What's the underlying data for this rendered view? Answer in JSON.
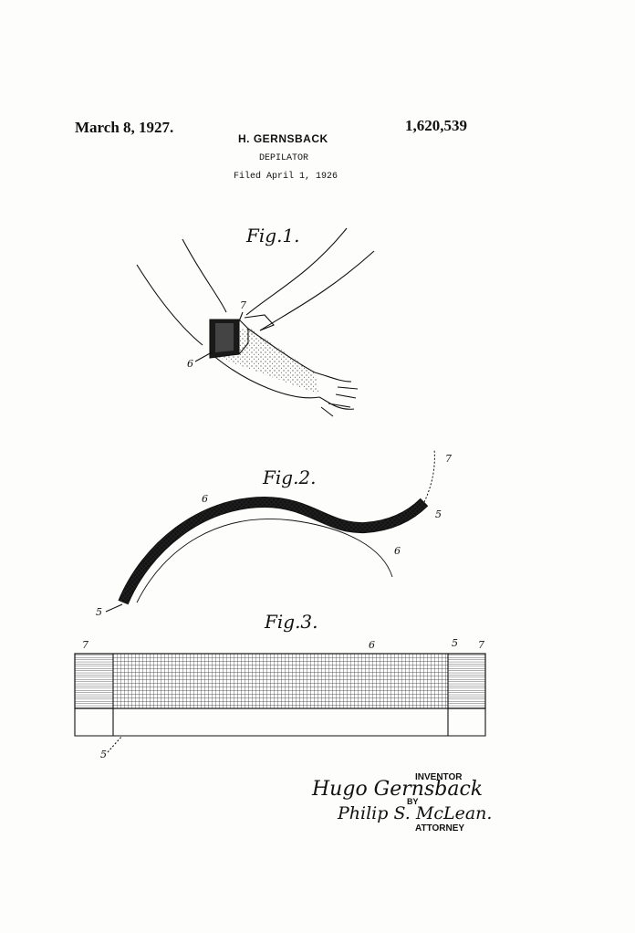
{
  "header": {
    "date": "March 8, 1927.",
    "patent_number": "1,620,539",
    "inventor_name": "H. GERNSBACK",
    "title": "DEPILATOR",
    "filed": "Filed April 1, 1926"
  },
  "figures": {
    "fig1": {
      "caption": "Fig.1.",
      "ref_7": "7",
      "ref_6": "6"
    },
    "fig2": {
      "caption": "Fig.2.",
      "ref_7": "7",
      "ref_6_top": "6",
      "ref_6_bottom": "6",
      "ref_5_right": "5",
      "ref_5_left": "5"
    },
    "fig3": {
      "caption": "Fig.3.",
      "ref_7_left": "7",
      "ref_6": "6",
      "ref_5_top": "5",
      "ref_7_right": "7",
      "ref_5_bottom": "5"
    }
  },
  "signature": {
    "inventor_label": "INVENTOR",
    "inventor_signature": "Hugo Gernsback",
    "by_label": "BY",
    "attorney_signature": "Philip S. McLean.",
    "attorney_label": "ATTORNEY"
  }
}
